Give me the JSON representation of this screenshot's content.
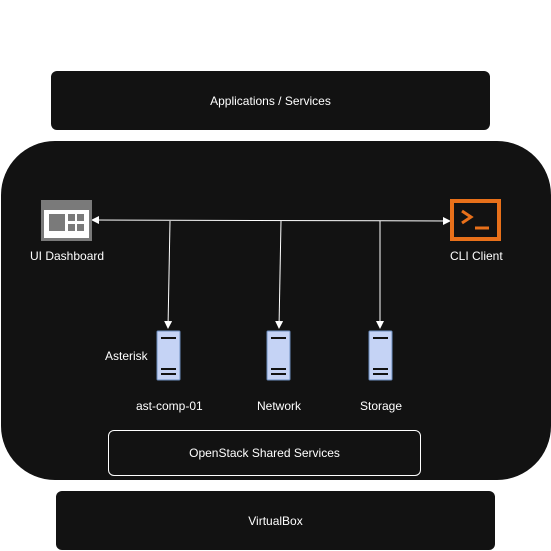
{
  "layers": {
    "top_label": "Applications / Services",
    "bottom_label": "VirtualBox",
    "shared_services_label": "OpenStack Shared Services"
  },
  "nodes": {
    "dashboard": {
      "label": "UI Dashboard",
      "icon": "dashboard-icon"
    },
    "cli": {
      "label": "CLI Client",
      "icon": "terminal-icon"
    },
    "group_label": "Asterisk",
    "servers": [
      {
        "label": "ast-comp-01",
        "icon": "server-icon"
      },
      {
        "label": "Network",
        "icon": "server-icon"
      },
      {
        "label": "Storage",
        "icon": "server-icon"
      }
    ]
  },
  "colors": {
    "background": "#121212",
    "text": "#ffffff",
    "dashboard_icon": "#7a7a7a",
    "cli_icon": "#e8701a",
    "server_fill": "#c5d3f5",
    "server_stroke": "#6c8ebf"
  }
}
